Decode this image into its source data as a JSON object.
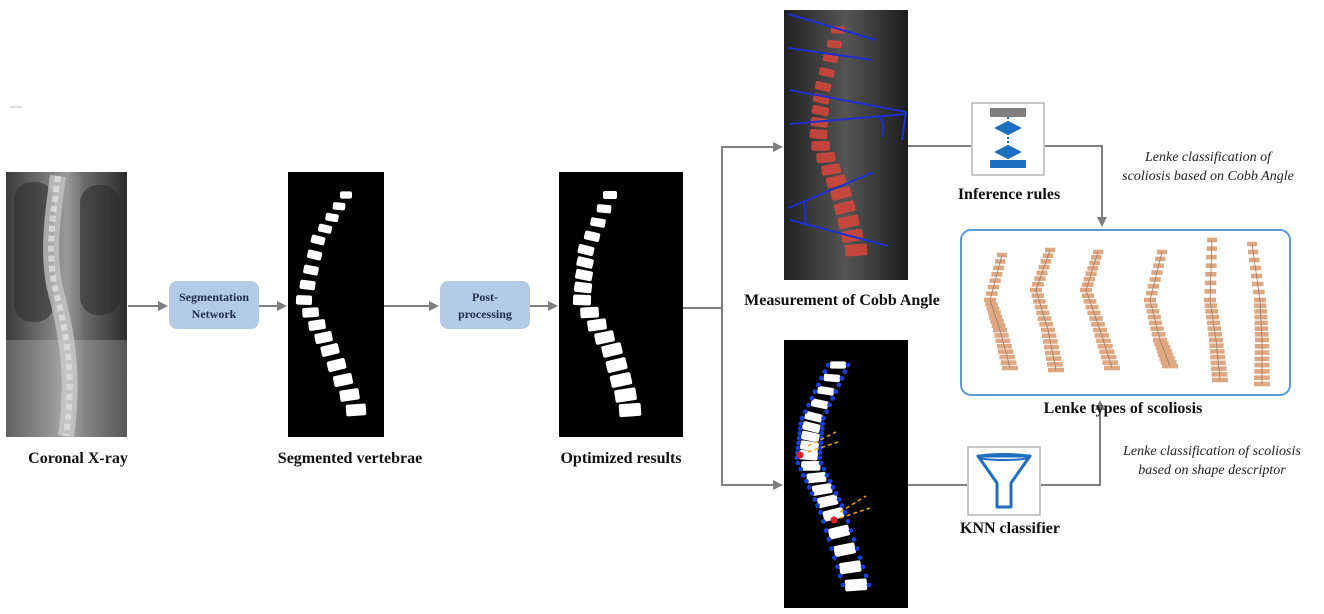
{
  "labels": {
    "xray": "Coronal X-ray",
    "segmented": "Segmented vertebrae",
    "optimized": "Optimized results",
    "cobb": "Measurement of Cobb Angle",
    "inference": "Inference rules",
    "knn": "KNN classifier",
    "lenke_types": "Lenke types of scoliosis"
  },
  "process_boxes": {
    "segmentation": [
      "Segmentation",
      "Network"
    ],
    "post": [
      "Post-",
      "processing"
    ]
  },
  "annotations": {
    "cobb_path": [
      "Lenke classification of",
      "scoliosis based on Cobb Angle"
    ],
    "shape_path": [
      "Lenke classification of scoliosis",
      "based on shape descriptor"
    ]
  },
  "colors": {
    "arrow": "#7f7f7f",
    "process_box_fill": "#b4cbe6",
    "lenke_frame": "#5b9bd5",
    "overlay_red": "#d9463a",
    "cobb_line": "#1f2fd0",
    "contour_blue": "#1a3fd8",
    "icon_blue": "#1f6fc0",
    "lenke_spine": "#e0a882"
  },
  "icons": {
    "inference": "decision-rules-icon",
    "knn": "funnel-icon"
  }
}
